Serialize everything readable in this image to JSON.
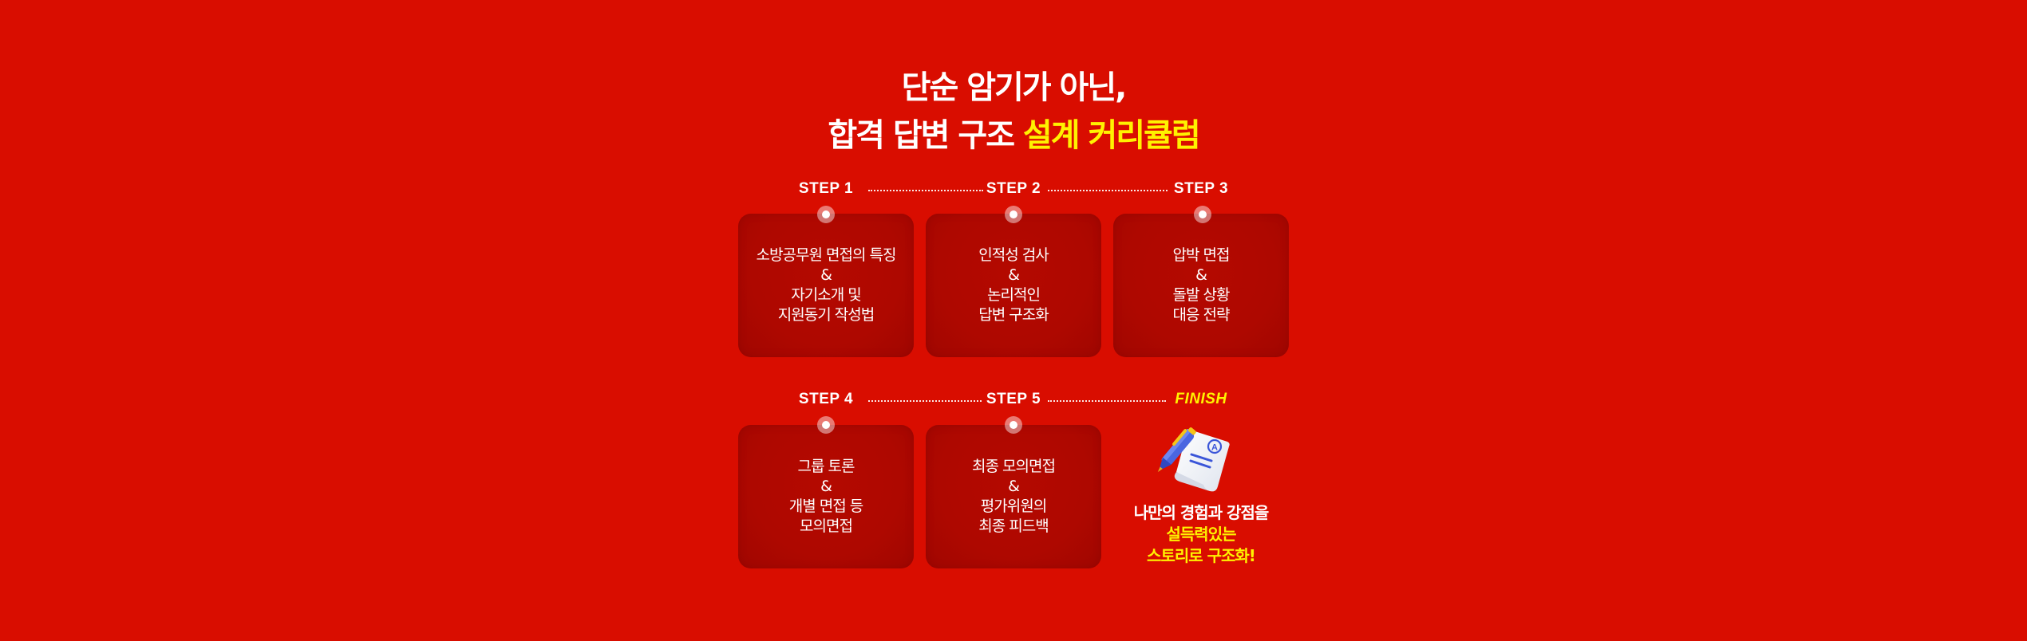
{
  "headline": {
    "line1": "단순 암기가 아닌,",
    "line2_white": "합격 답변 구조 ",
    "line2_highlight": "설계 커리큘럼"
  },
  "colors": {
    "background": "#d90d00",
    "card": "#b00800",
    "highlight": "#fff200",
    "text": "#ffffff"
  },
  "steps": [
    {
      "label": "STEP 1",
      "text": "소방공무원 면접의 특징\n&\n자기소개 및\n지원동기 작성법"
    },
    {
      "label": "STEP 2",
      "text": "인적성 검사\n&\n논리적인\n답변 구조화"
    },
    {
      "label": "STEP 3",
      "text": "압박 면접\n&\n돌발 상황\n대응 전략"
    },
    {
      "label": "STEP 4",
      "text": "그룹 토론\n&\n개별 면접 등\n모의면접"
    },
    {
      "label": "STEP 5",
      "text": "최종 모의면접\n&\n평가위원의\n최종 피드백"
    }
  ],
  "finish": {
    "label": "FINISH",
    "icon": "pen-and-graded-paper-icon",
    "line1": "나만의 경험과 강점을",
    "line2": "설득력있는",
    "line3": "스토리로 구조화!"
  }
}
